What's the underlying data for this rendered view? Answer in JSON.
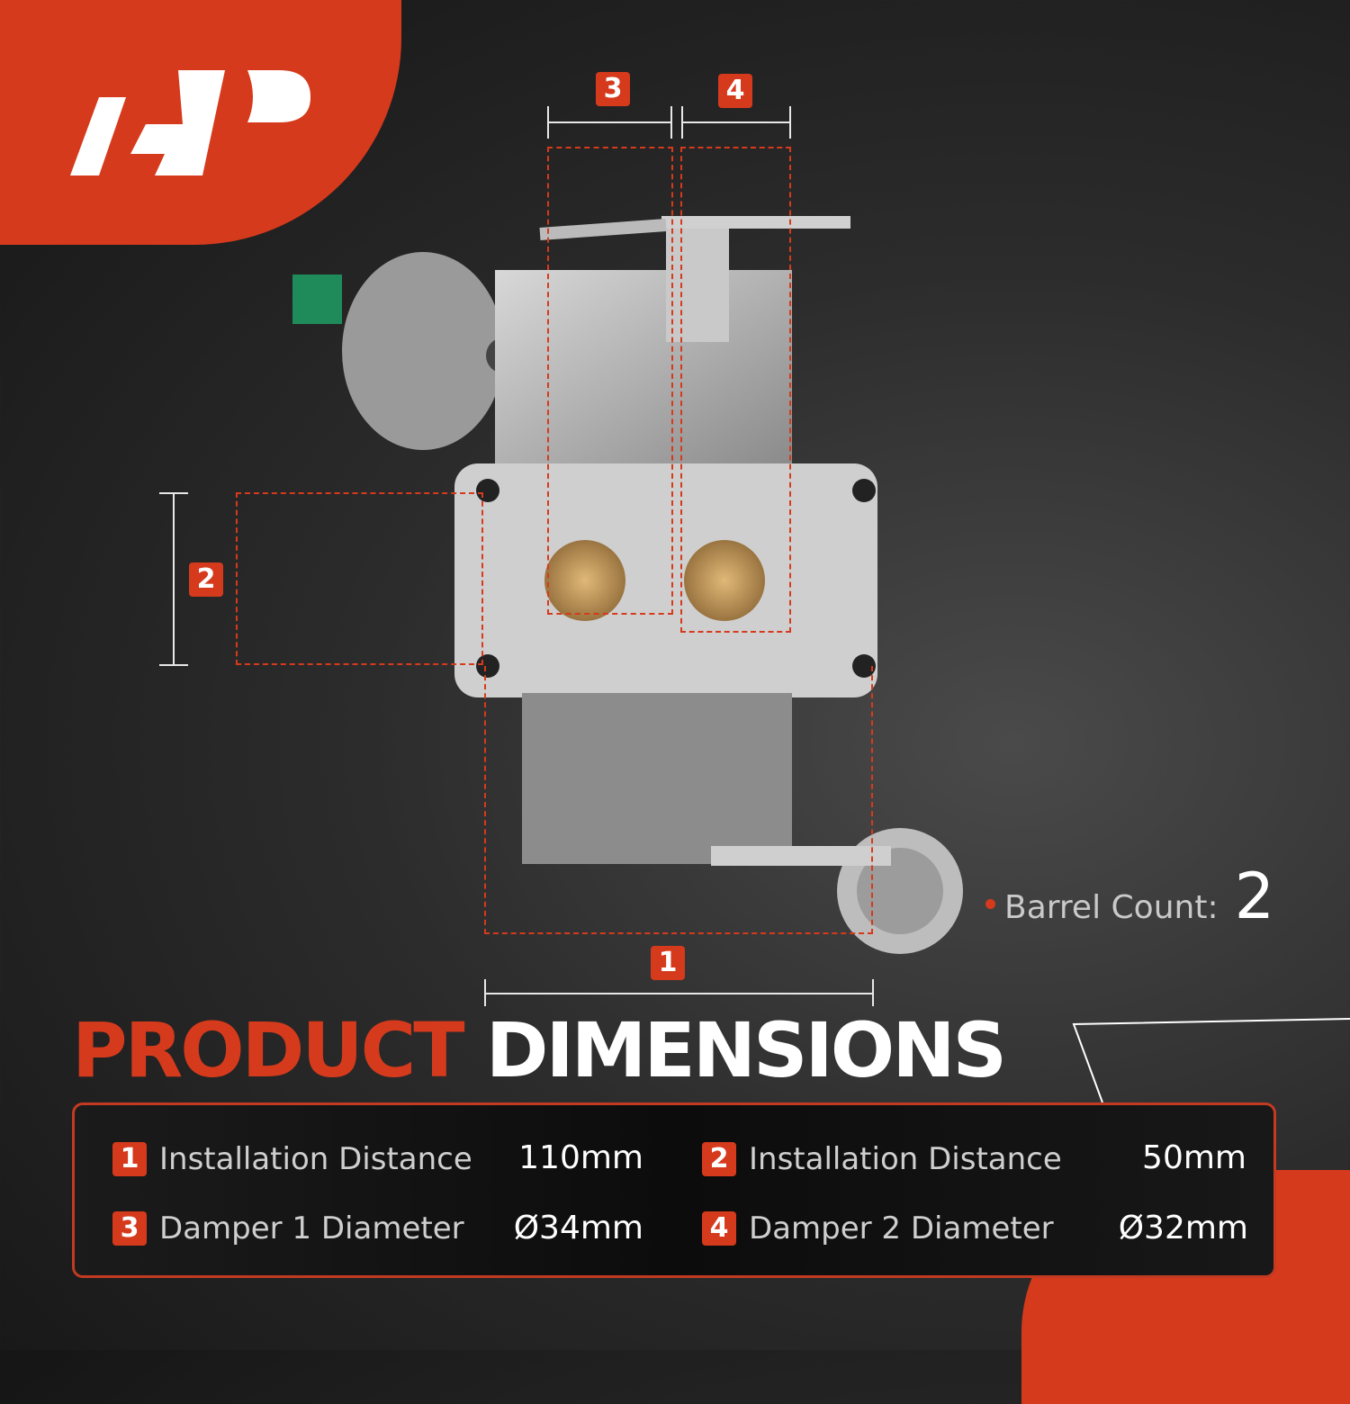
{
  "brand": {
    "logo_text": "A-P",
    "accent_color": "#d63a1c"
  },
  "markers": {
    "m1": "1",
    "m2": "2",
    "m3": "3",
    "m4": "4"
  },
  "barrel": {
    "label": "Barrel Count:",
    "value": "2"
  },
  "title": {
    "part1": "PRODUCT",
    "part2": "DIMENSIONS"
  },
  "specs": [
    {
      "num": "1",
      "label": "Installation Distance",
      "value": "110mm"
    },
    {
      "num": "2",
      "label": "Installation Distance",
      "value": "50mm"
    },
    {
      "num": "3",
      "label": "Damper 1 Diameter",
      "value": "Ø34mm"
    },
    {
      "num": "4",
      "label": "Damper 2 Diameter",
      "value": "Ø32mm"
    }
  ]
}
